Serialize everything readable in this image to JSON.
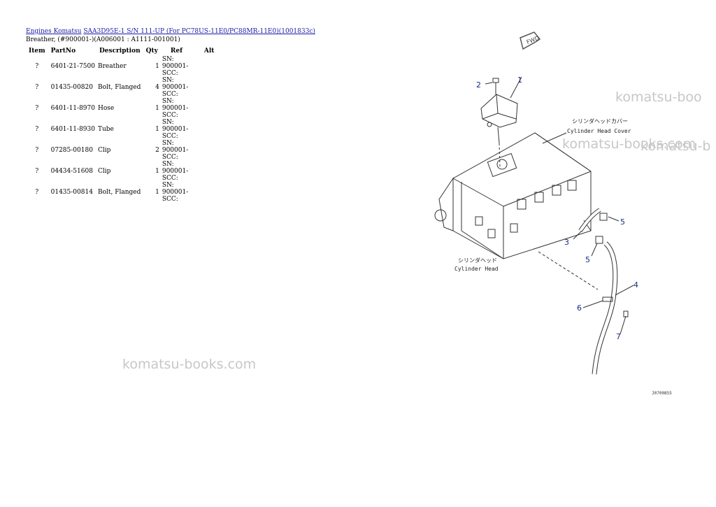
{
  "breadcrumb": {
    "link1": "Engines Komatsu",
    "link2": "SAA3D95E-1 S/N 111-UP (For PC78US-11E0/PC88MR-11E0)(1001833c)"
  },
  "subtitle": "Breather, (#900001-)(A006001 : A1111-001001)",
  "table": {
    "headers": [
      "Item",
      "PartNo",
      "Description",
      "Qty",
      "Ref",
      "Alt"
    ],
    "rows": [
      {
        "item": "?",
        "part": "6401-21-7500",
        "desc": "Breather",
        "qty": "1",
        "ref": "SN: 900001-SCC:",
        "alt": ""
      },
      {
        "item": "?",
        "part": "01435-00820",
        "desc": "Bolt, Flanged",
        "qty": "4",
        "ref": "SN: 900001-SCC:",
        "alt": ""
      },
      {
        "item": "?",
        "part": "6401-11-8970",
        "desc": "Hose",
        "qty": "1",
        "ref": "SN: 900001-SCC:",
        "alt": ""
      },
      {
        "item": "?",
        "part": "6401-11-8930",
        "desc": "Tube",
        "qty": "1",
        "ref": "SN: 900001-SCC:",
        "alt": ""
      },
      {
        "item": "?",
        "part": "07285-00180",
        "desc": "Clip",
        "qty": "2",
        "ref": "SN: 900001-SCC:",
        "alt": ""
      },
      {
        "item": "?",
        "part": "04434-51608",
        "desc": "Clip",
        "qty": "1",
        "ref": "SN: 900001-SCC:",
        "alt": ""
      },
      {
        "item": "?",
        "part": "01435-00814",
        "desc": "Bolt, Flanged",
        "qty": "1",
        "ref": "SN: 900001-SCC:",
        "alt": ""
      }
    ]
  },
  "watermarks": {
    "main": "komatsu-books.com",
    "right1": "komatsu-boo",
    "right2": "komatsu-books.com",
    "right3": "komatsu-b"
  },
  "diagram": {
    "fwd": "FWD",
    "callouts": [
      "1",
      "2",
      "3",
      "4",
      "5",
      "5",
      "6",
      "7"
    ],
    "label_cover_jp": "シリンダヘッドカバー",
    "label_cover_en": "Cylinder Head Cover",
    "label_head_jp": "シリンダヘッド",
    "label_head_en": "Cylinder Head",
    "code": "J0700855"
  }
}
